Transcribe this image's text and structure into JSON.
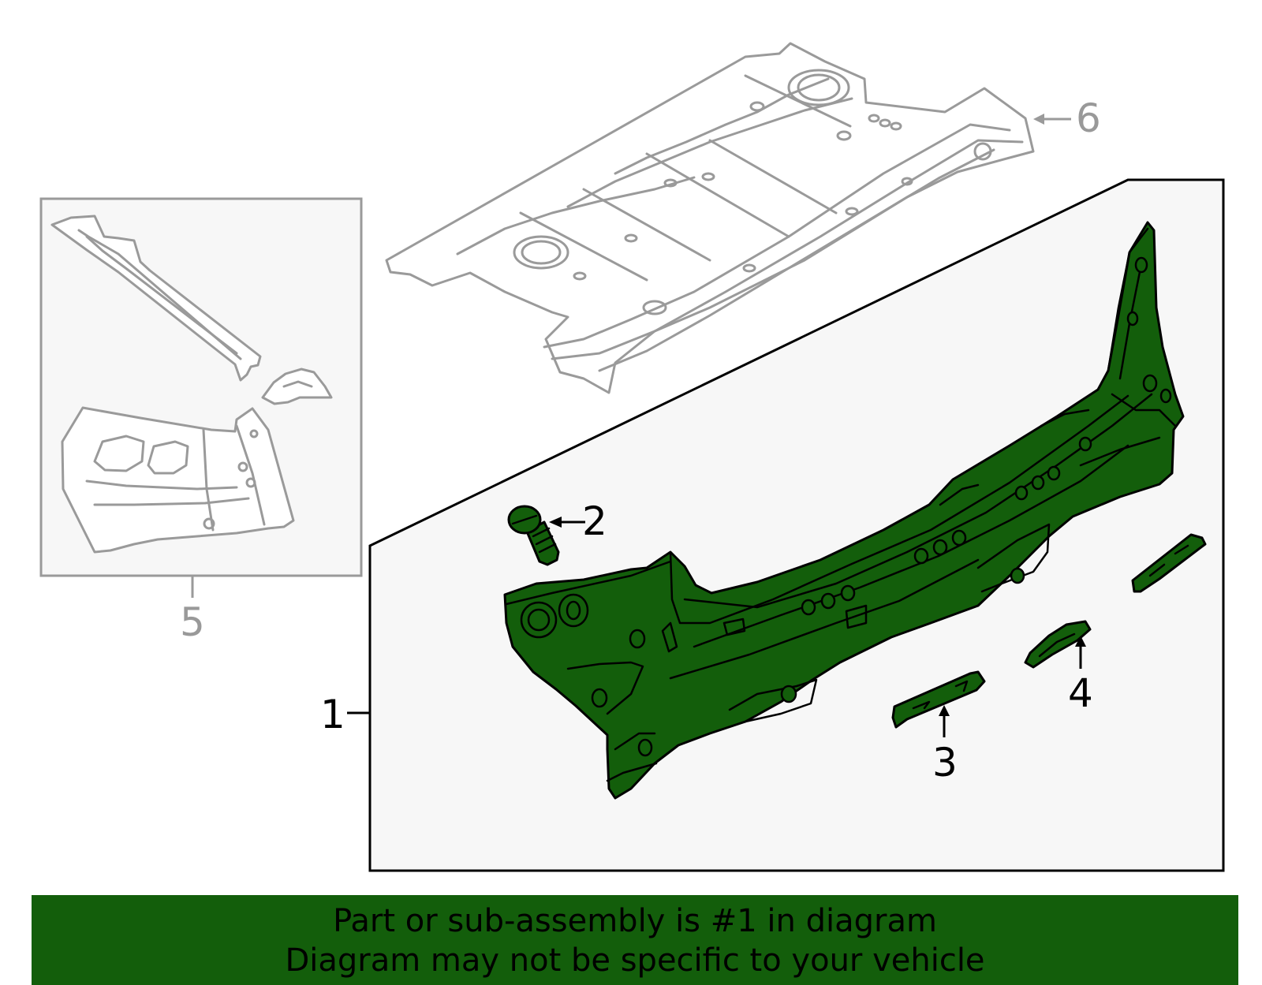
{
  "callouts": {
    "part_1": "1",
    "part_2": "2",
    "part_3": "3",
    "part_4": "4",
    "part_5": "5",
    "part_6": "6"
  },
  "banner": {
    "line1": "Part or sub-assembly is #1 in diagram",
    "line2": "Diagram may not be specific to your vehicle"
  },
  "colors": {
    "highlight_part": "#135e0b",
    "banner_background": "#135e0b",
    "ghost_part": "#9a9a9a",
    "panel_background": "#f7f7f7"
  }
}
